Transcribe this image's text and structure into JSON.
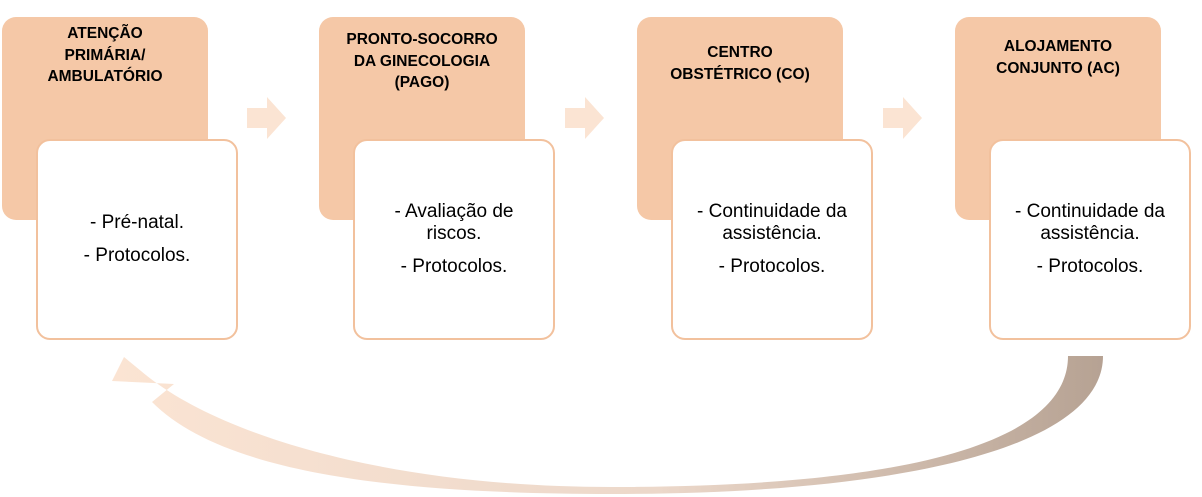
{
  "colors": {
    "header_fill": "#f5c8a7",
    "content_border": "#f2c19d",
    "forward_arrow": "#fbe4d3",
    "return_arrow_dark": "#bba89a",
    "return_arrow_light": "#fbe4d3"
  },
  "steps": [
    {
      "title_lines": [
        "ATENÇÃO",
        "PRIMÁRIA/",
        "AMBULATÓRIO"
      ],
      "items": [
        "- Pré-natal.",
        "- Protocolos."
      ]
    },
    {
      "title_lines": [
        "PRONTO-SOCORRO",
        "DA GINECOLOGIA",
        "(PAGO)"
      ],
      "items": [
        "- Avaliação de riscos.",
        "- Protocolos."
      ]
    },
    {
      "title_lines": [
        "CENTRO",
        "OBSTÉTRICO (CO)"
      ],
      "items": [
        "- Continuidade da assistência.",
        "- Protocolos."
      ]
    },
    {
      "title_lines": [
        "ALOJAMENTO",
        "CONJUNTO (AC)"
      ],
      "items": [
        "- Continuidade da assistência.",
        "- Protocolos."
      ]
    }
  ],
  "connectors": [
    "arrow-right-icon",
    "arrow-right-icon",
    "arrow-right-icon"
  ],
  "return_arrow": "curved-return-arrow-icon"
}
